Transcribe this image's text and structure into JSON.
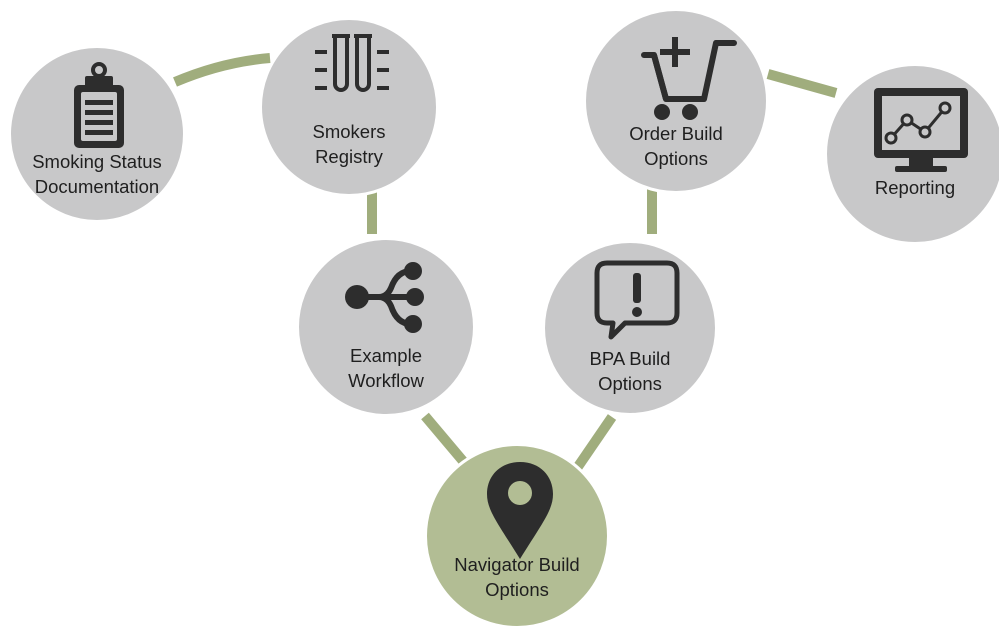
{
  "colors": {
    "connector": "#a0ad7d",
    "node_fill": "#c8c8c9",
    "node_active_fill": "#b2bd94",
    "icon": "#2d2d2d",
    "text": "#1f1f1f"
  },
  "nodes": [
    {
      "id": "smoking-status",
      "icon": "clipboard-icon",
      "label_lines": [
        "Smoking Status",
        "Documentation"
      ],
      "active": false
    },
    {
      "id": "smokers-registry",
      "icon": "test-tubes-icon",
      "label_lines": [
        "Smokers",
        "Registry"
      ],
      "active": false
    },
    {
      "id": "order-build",
      "icon": "cart-add-icon",
      "label_lines": [
        "Order Build",
        "Options"
      ],
      "active": false
    },
    {
      "id": "reporting",
      "icon": "monitor-chart-icon",
      "label_lines": [
        "Reporting"
      ],
      "active": false
    },
    {
      "id": "example-workflow",
      "icon": "workflow-branch-icon",
      "label_lines": [
        "Example",
        "Workflow"
      ],
      "active": false
    },
    {
      "id": "bpa-build",
      "icon": "alert-speech-bubble-icon",
      "label_lines": [
        "BPA Build",
        "Options"
      ],
      "active": false
    },
    {
      "id": "navigator-build",
      "icon": "map-pin-icon",
      "label_lines": [
        "Navigator Build",
        "Options"
      ],
      "active": true
    }
  ]
}
